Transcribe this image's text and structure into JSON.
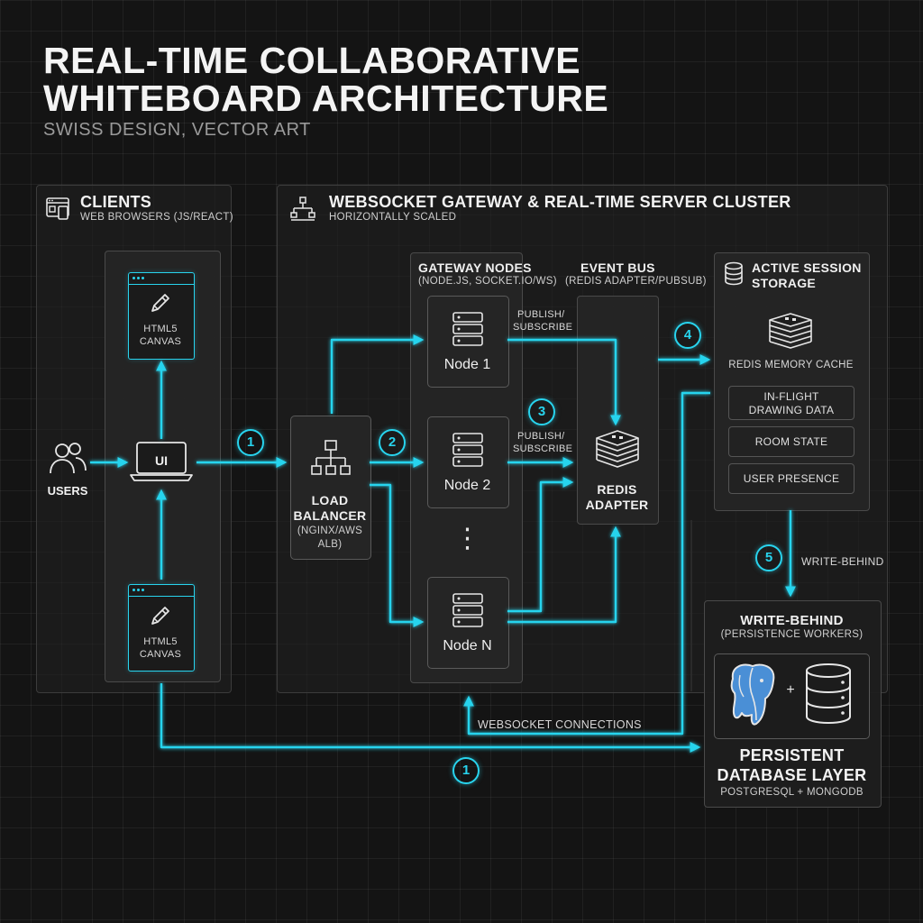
{
  "header": {
    "title_line1": "REAL-TIME COLLABORATIVE",
    "title_line2": "WHITEBOARD ARCHITECTURE",
    "subtitle": "SWISS DESIGN, VECTOR ART"
  },
  "clients": {
    "title": "CLIENTS",
    "subtitle": "WEB BROWSERS (JS/REACT)",
    "users_label": "USERS",
    "ui_label": "UI",
    "canvas_top_line1": "HTML5",
    "canvas_top_line2": "CANVAS",
    "canvas_bottom_line1": "HTML5",
    "canvas_bottom_line2": "CANVAS"
  },
  "cluster": {
    "title": "WEBSOCKET GATEWAY & REAL-TIME SERVER CLUSTER",
    "subtitle": "HORIZONTALLY SCALED",
    "load_balancer_line1": "LOAD",
    "load_balancer_line2": "BALANCER",
    "load_balancer_line3": "(NGINX/AWS",
    "load_balancer_line4": "ALB)",
    "gateway_title": "GATEWAY NODES",
    "gateway_subtitle": "(NODE.JS, SOCKET.IO/WS)",
    "nodes": [
      "Node 1",
      "Node 2",
      "Node N"
    ],
    "ellipsis": "⋮",
    "event_bus_title": "EVENT BUS",
    "event_bus_subtitle": "(REDIS ADAPTER/PUBSUB)",
    "redis_adapter_line1": "REDIS",
    "redis_adapter_line2": "ADAPTER",
    "pubsub_1_line1": "PUBLISH/",
    "pubsub_1_line2": "SUBSCRIBE",
    "pubsub_2_line1": "PUBLISH/",
    "pubsub_2_line2": "SUBSCRIBE"
  },
  "session": {
    "title_line1": "ACTIVE SESSION",
    "title_line2": "STORAGE",
    "cache_label": "REDIS MEMORY CACHE",
    "items": [
      "IN-FLIGHT",
      "DRAWING DATA",
      "ROOM STATE",
      "USER PRESENCE"
    ]
  },
  "persistence": {
    "title": "WRITE-BEHIND",
    "subtitle": "(PERSISTENCE WORKERS)",
    "plus": "+",
    "db_title_line1": "PERSISTENT",
    "db_title_line2": "DATABASE LAYER",
    "db_subtitle": "POSTGRESQL + MONGODB"
  },
  "flows": {
    "write_behind_label": "WRITE-BEHIND",
    "websocket_label": "WEBSOCKET CONNECTIONS"
  },
  "badges": [
    "1",
    "2",
    "3",
    "4",
    "5",
    "1"
  ],
  "colors": {
    "accent": "#28d4ee",
    "background": "#141414",
    "panel_border": "#3c3c3c"
  }
}
